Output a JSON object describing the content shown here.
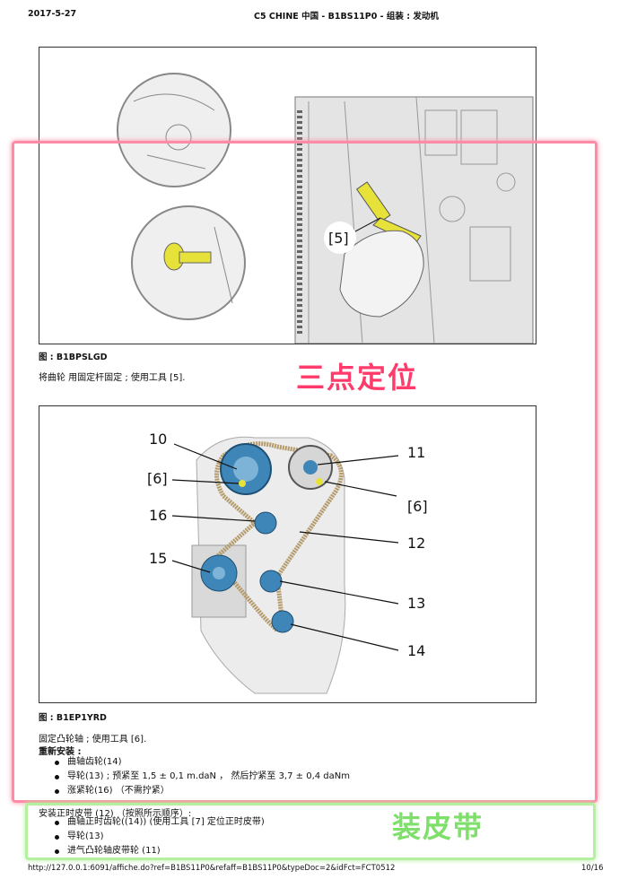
{
  "header": {
    "date": "2017-5-27",
    "title": "C5 CHINE 中国 - B1BS11P0 - 组装 : 发动机"
  },
  "figure1": {
    "caption": "图 : B1BPSLGD",
    "tool_label": "[5]"
  },
  "para1": "将曲轮 用固定杆固定 ; 使用工具 [5].",
  "annotation_red": "三点定位",
  "figure2": {
    "caption": "图 : B1EP1YRD",
    "callouts": {
      "c10": "10",
      "c11": "11",
      "c6a": "[6]",
      "c6b": "[6]",
      "c16": "16",
      "c12": "12",
      "c15": "15",
      "c13": "13",
      "c14": "14"
    }
  },
  "para2": "固定凸轮轴 ; 使用工具 [6].",
  "reinstall_title": "重新安装 :",
  "reinstall_items": [
    "曲轴齿轮(14)",
    "导轮(13) ; 预紧至 1,5 ± 0,1 m.daN ， 然后拧紧至 3,7 ± 0,4 daNm",
    "涨紧轮(16) （不需拧紧）"
  ],
  "belt_title": "安装正时皮带 (12) （按照所示顺序）:",
  "belt_items": [
    "曲轴正时齿轮((14)) (使用工具 [7] 定位正时皮带)",
    "导轮(13)",
    "进气凸轮轴皮带轮 (11)"
  ],
  "annotation_green": "装皮带",
  "footer": {
    "url": "http://127.0.0.1:6091/affiche.do?ref=B1BS11P0&refaff=B1BS11P0&typeDoc=2&idFct=FCT0512",
    "page": "10/16"
  },
  "colors": {
    "red_annotation": "#ff3b6b",
    "green_annotation": "#7ee06a",
    "tool_yellow": "#e6e23a",
    "pulley_blue": "#3f86b8"
  }
}
